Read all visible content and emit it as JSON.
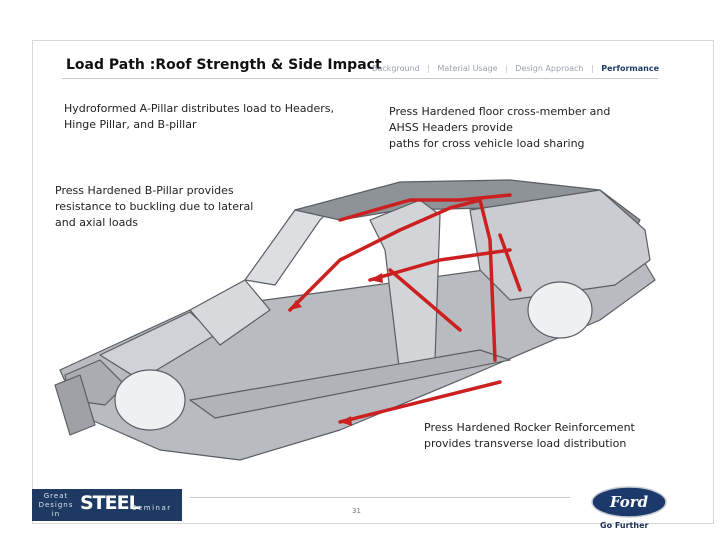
{
  "slide": {
    "title": "Load Path :Roof Strength & Side Impact",
    "nav": [
      "Background",
      "Material Usage",
      "Design Approach",
      "Performance"
    ],
    "nav_separator": "|",
    "active_nav": "Performance",
    "page_number": "31"
  },
  "callouts": {
    "a_pillar": [
      "Hydroformed A-Pillar distributes load to Headers,",
      "Hinge Pillar, and B-pillar"
    ],
    "floor_member": [
      "Press Hardened floor cross-member and",
      "AHSS Headers provide",
      "paths for cross vehicle load sharing"
    ],
    "b_pillar": [
      "Press Hardened B-Pillar provides",
      "resistance to buckling due to lateral",
      "and axial loads"
    ],
    "rocker": [
      "Press Hardened Rocker Reinforcement",
      "provides transverse load distribution"
    ]
  },
  "footer": {
    "logo_words": [
      "Great",
      "Designs",
      "in"
    ],
    "logo_steel": "STEEL",
    "logo_seminar": "Seminar",
    "brand": "Ford",
    "tagline": "Go Further"
  },
  "colors": {
    "load_path": "#cc1f1f",
    "title_text": "#111111",
    "nav_active": "#1f3f6a",
    "ford_blue": "#1b3a6b",
    "body_gray": "#a9adb2"
  }
}
